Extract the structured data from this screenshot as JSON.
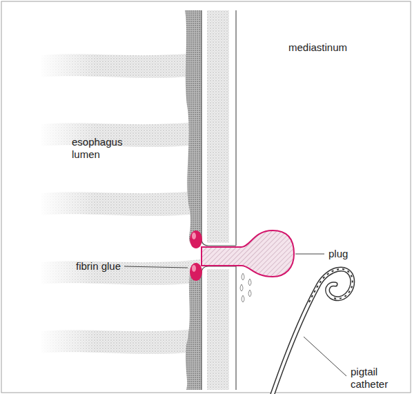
{
  "diagram": {
    "labels": [
      "mediastinum",
      "esophagus lumen",
      "plug",
      "fibrin glue",
      "pigtail catheter"
    ]
  }
}
